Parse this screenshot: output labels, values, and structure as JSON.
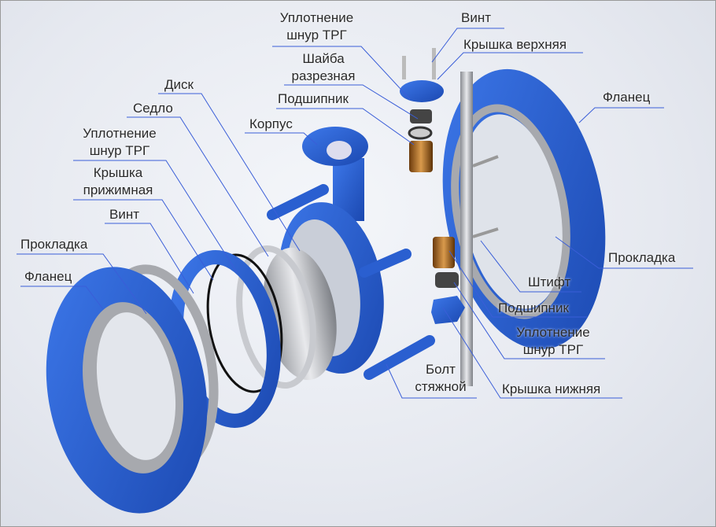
{
  "labels": {
    "top_seal": [
      "Уплотнение",
      "шнур ТРГ"
    ],
    "top_screw": "Винт",
    "top_cover": "Крышка верхняя",
    "split_washer": [
      "Шайба",
      "разрезная"
    ],
    "top_bearing": "Подшипник",
    "disc": "Диск",
    "seat": "Седло",
    "body": "Корпус",
    "left_seal": [
      "Уплотнение",
      "шнур ТРГ"
    ],
    "clamp_cover": [
      "Крышка",
      "прижимная"
    ],
    "left_screw": "Винт",
    "left_gasket": "Прокладка",
    "left_flange": "Фланец",
    "right_flange": "Фланец",
    "right_gasket": "Прокладка",
    "pin": "Штифт",
    "bottom_bearing": "Подшипник",
    "bottom_seal": [
      "Уплотнение",
      "шнур ТРГ"
    ],
    "bottom_cover": "Крышка нижняя",
    "tie_bolt": [
      "Болт",
      "стяжной"
    ]
  },
  "colors": {
    "part_blue": "#2a5fd0",
    "gasket_gray": "#a7a9ae",
    "bronze": "#a8661e",
    "leader_line": "#3a5ed8"
  }
}
